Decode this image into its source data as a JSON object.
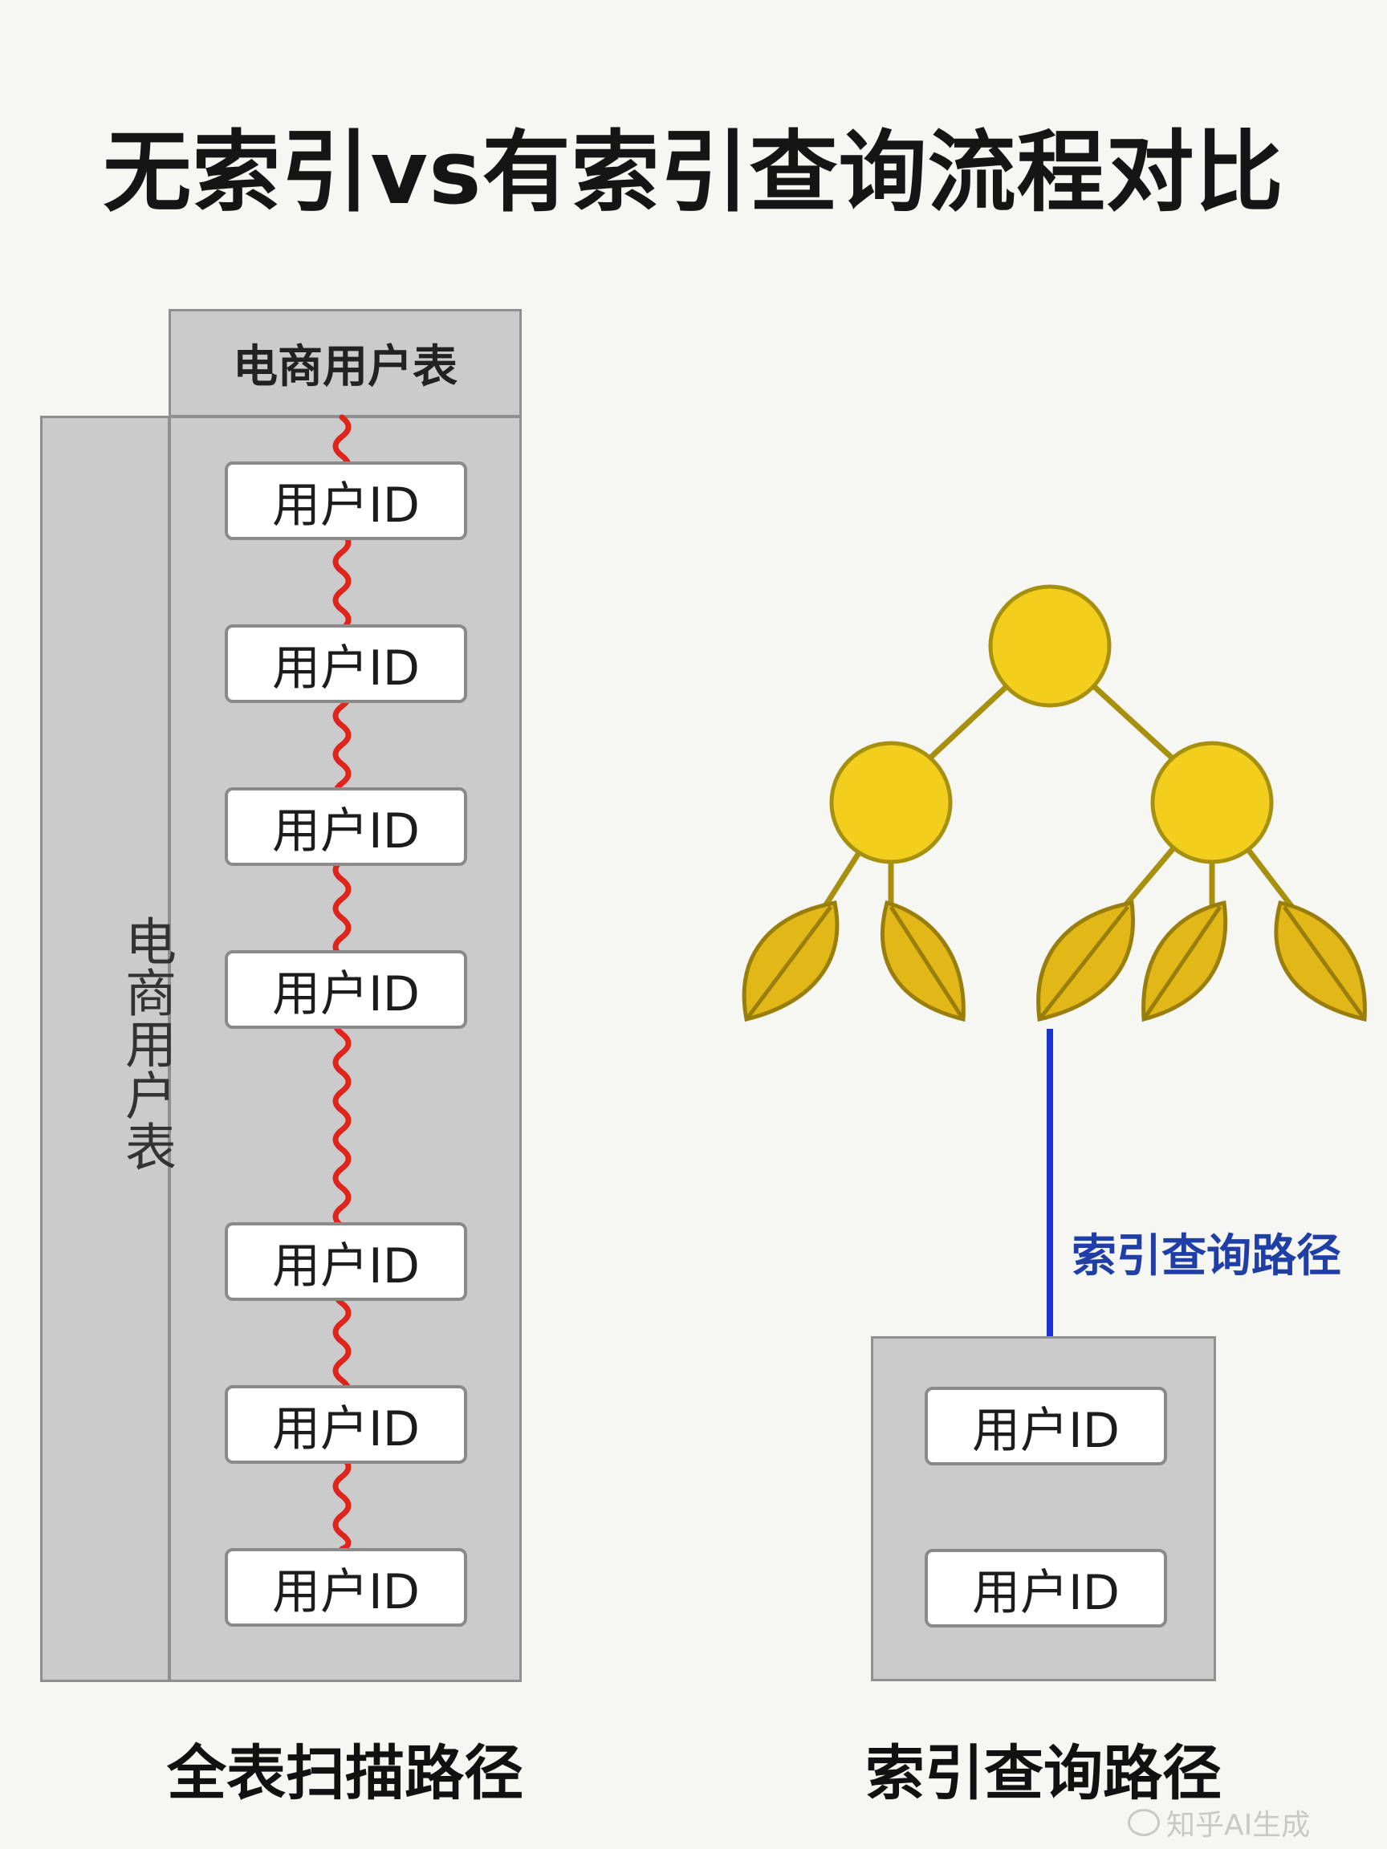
{
  "title": "无索引vs有索引查询流程对比",
  "left": {
    "table_header": "电商用户表",
    "side_label": "电商用户表",
    "records": [
      "用户ID",
      "用户ID",
      "用户ID",
      "用户ID",
      "用户ID",
      "用户ID",
      "用户ID"
    ],
    "caption": "全表扫描路径",
    "scan_color": "#e0231b"
  },
  "right": {
    "path_label": "索引查询路径",
    "records": [
      "用户ID",
      "用户ID"
    ],
    "caption": "索引查询路径",
    "tree_color": "#f2ce1d",
    "leaf_color": "#e2b718",
    "arrow_color": "#1a2fd6"
  },
  "watermark": "知乎AI生成"
}
